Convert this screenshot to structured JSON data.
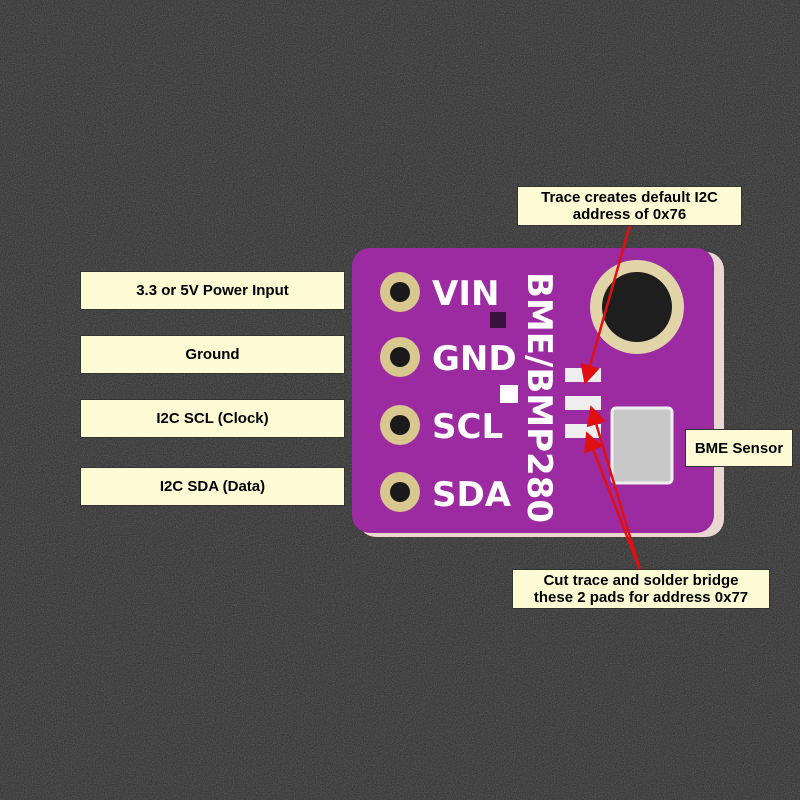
{
  "board": {
    "silkscreen_name": "BME/BMP280",
    "pins": [
      "VIN",
      "GND",
      "SCL",
      "SDA"
    ],
    "colors": {
      "pcb": "#9c2aa0",
      "background": "#2a2a2a",
      "label_bg": "#fdfbd4",
      "arrow": "#e01010"
    }
  },
  "annotations": {
    "vin": "3.3 or 5V Power Input",
    "gnd": "Ground",
    "scl": "I2C SCL (Clock)",
    "sda": "I2C SDA (Data)",
    "default_address_line1": "Trace creates default I2C",
    "default_address_line2": "address of 0x76",
    "sensor": "BME Sensor",
    "alt_address_line1": "Cut trace and solder bridge",
    "alt_address_line2": "these 2 pads for address 0x77"
  }
}
